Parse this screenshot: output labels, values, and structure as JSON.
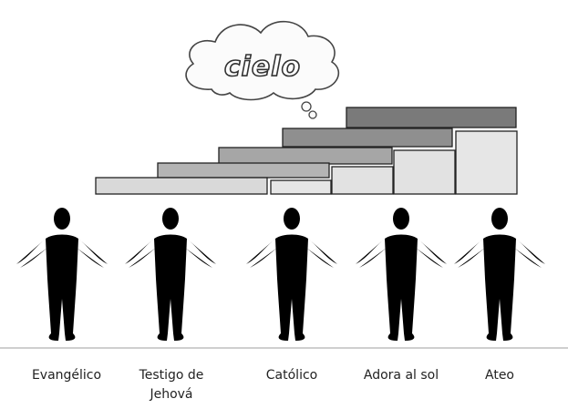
{
  "cloud": {
    "text": "cielo"
  },
  "labels": {
    "evangelico": "Evangélico",
    "testigo": "Testigo de Jehová",
    "catolico": "Católico",
    "adora": "Adora al sol",
    "ateo": "Ateo"
  },
  "colors": {
    "bar_light": "#d9d9d9",
    "bar_mid": "#a6a6a6",
    "bar_dark": "#7a7a7a",
    "outline": "#222222",
    "text": "#222222"
  }
}
